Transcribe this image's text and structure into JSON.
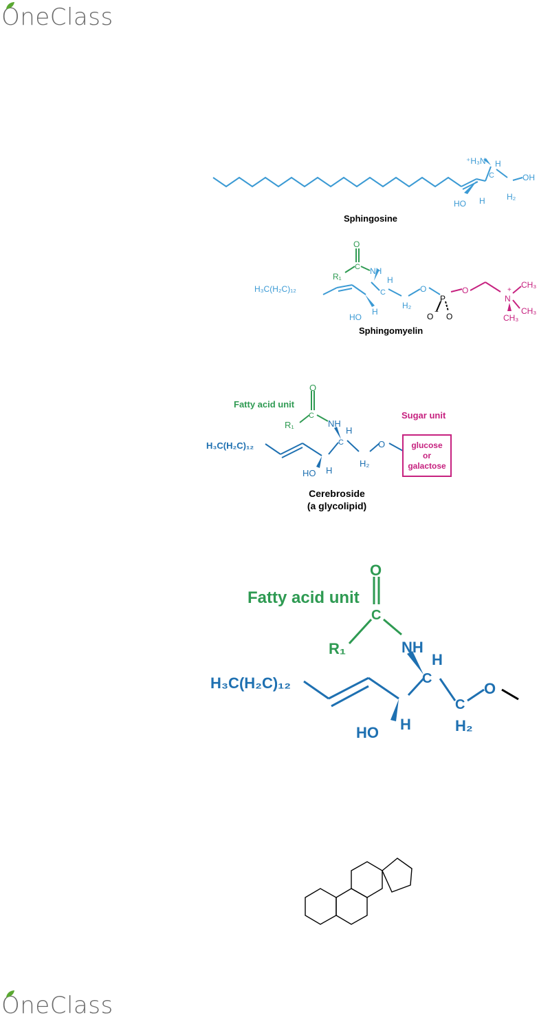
{
  "header": {
    "brand": "OneClass"
  },
  "footer": {
    "brand": "OneClass"
  },
  "colors": {
    "blue": "#3b9ad4",
    "dark_blue": "#1e70b1",
    "green": "#2e9a52",
    "magenta": "#c6217f",
    "leaf": "#5aa832"
  },
  "sphingosine": {
    "label": "Sphingosine",
    "amine": "⁺H₃N",
    "h1": "H",
    "c": "C",
    "oh": "OH",
    "h2": "H₂",
    "ho": "HO",
    "h3": "H"
  },
  "sphingomyelin": {
    "label": "Sphingomyelin",
    "tail": "H₃C(H₂C)₁₂",
    "o_carbonyl": "O",
    "c_carbonyl": "C",
    "r1": "R₁",
    "nh": "NH",
    "h_top": "H",
    "c_chiral": "C",
    "ho": "HO",
    "h_bottom": "H",
    "h2": "H₂",
    "o_ester": "O",
    "p": "P",
    "o_minus": "O",
    "minus": "−",
    "o_double": "O",
    "o_choline": "O",
    "n_plus": "N",
    "plus": "+",
    "ch3_a": "CH₃",
    "ch3_b": "CH₃",
    "ch3_c": "CH₃"
  },
  "cerebroside": {
    "label": "Cerebroside",
    "sublabel": "(a glycolipid)",
    "fatty_acid_label": "Fatty acid unit",
    "sugar_label": "Sugar unit",
    "sugar_box": [
      "glucose",
      "or",
      "galactose"
    ],
    "tail": "H₃C(H₂C)₁₂",
    "o_carbonyl": "O",
    "c_carbonyl": "C",
    "r1": "R₁",
    "nh": "NH",
    "h_top": "H",
    "c_chiral": "C",
    "ho": "HO",
    "h_bottom": "H",
    "h2": "H₂",
    "o_ether": "O"
  },
  "cerebroside_zoom": {
    "fatty_acid_label": "Fatty acid unit",
    "tail": "H₃C(H₂C)₁₂",
    "o_carbonyl": "O",
    "c_carbonyl": "C",
    "r1": "R₁",
    "nh": "NH",
    "h_top": "H",
    "c_chiral": "C",
    "ho": "HO",
    "h_bottom": "H",
    "c_ch2": "C",
    "h2": "H₂",
    "o_ether": "O"
  }
}
